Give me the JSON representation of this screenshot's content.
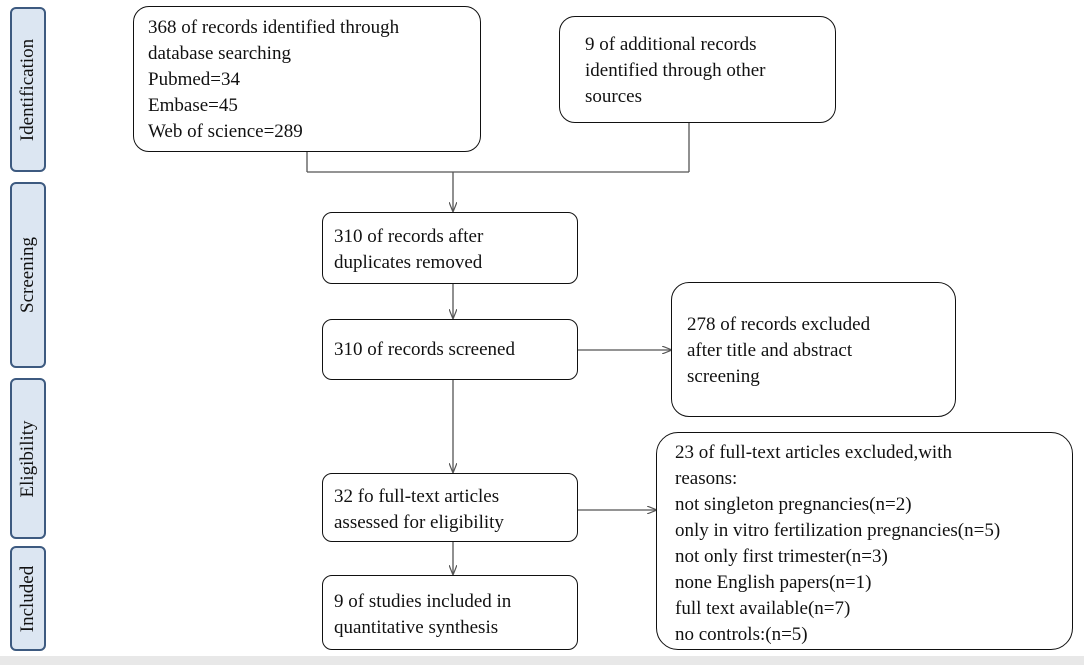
{
  "phases": {
    "identification": "Identification",
    "screening": "Screening",
    "eligibility": "Eligibility",
    "included": "Included"
  },
  "boxes": {
    "database_records": [
      "368 of records identified through",
      "database searching",
      "Pubmed=34",
      "Embase=45",
      "Web of science=289"
    ],
    "additional_records": [
      "9 of additional records",
      "identified through other",
      "sources"
    ],
    "after_duplicates": [
      "310 of records after",
      "duplicates  removed"
    ],
    "screened": [
      "310 of records screened"
    ],
    "excluded_title_abstract": [
      "278 of records excluded",
      "after title and abstract",
      "screening"
    ],
    "full_text_assessed": [
      "32 fo full-text articles",
      "assessed for eligibility"
    ],
    "full_text_excluded": [
      "23 of full-text articles excluded,with",
      "reasons:",
      "not singleton pregnancies(n=2)",
      "only in vitro fertilization pregnancies(n=5)",
      "not only first trimester(n=3)",
      "none English papers(n=1)",
      "full text available(n=7)",
      "no controls:(n=5)"
    ],
    "included_studies": [
      "9 of studies included in",
      "quantitative synthesis"
    ]
  },
  "colors": {
    "phase_fill": "#dce6f2",
    "phase_border": "#3d5a80",
    "box_border": "#111111",
    "line": "#555555"
  }
}
